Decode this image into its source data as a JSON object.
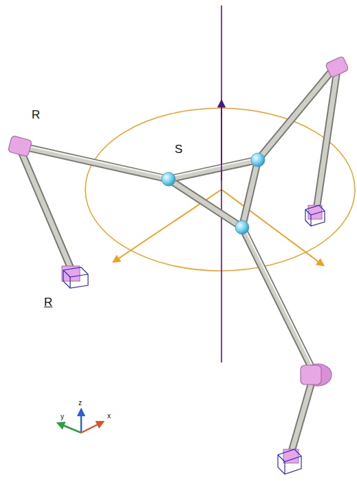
{
  "diagram": {
    "labels": [
      "R",
      "S",
      "R",
      "z",
      "y",
      "x"
    ]
  }
}
